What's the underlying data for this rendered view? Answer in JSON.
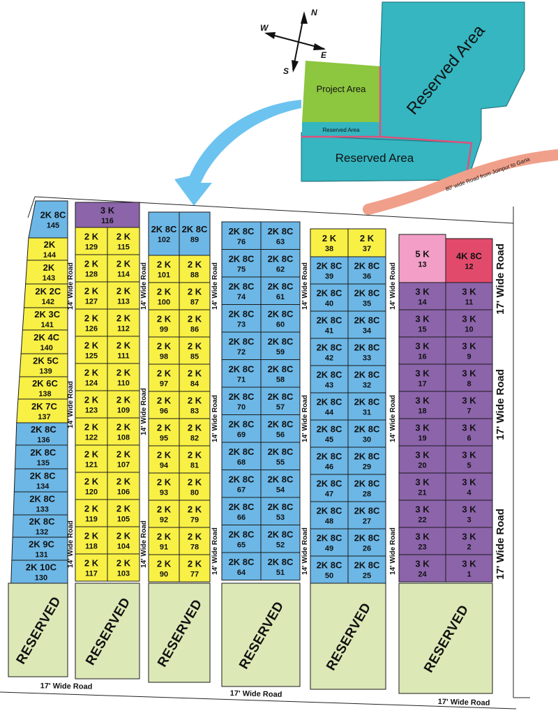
{
  "colors": {
    "blue_plot": "#6cb7e6",
    "yellow_plot": "#f8f045",
    "purple_plot": "#8c64aa",
    "pink_plot": "#f29ec6",
    "red_plot": "#e24a6c",
    "reserved_green": "#dce8b6",
    "project_green": "#8dc63f",
    "teal_area": "#35b6c1",
    "boundary_red": "#e0507a",
    "road_salmon": "#f0a08a",
    "arrow_blue": "#6cc3ef"
  },
  "compass": {
    "n": "N",
    "s": "S",
    "e": "E",
    "w": "W"
  },
  "inset": {
    "project_area": "Project Area",
    "reserved_small": "Reserved Area",
    "reserved_bottom": "Reserved Area",
    "reserved_big": "Reserved Area",
    "main_road": "80' wide Road from Joinpur to Garia"
  },
  "roads": {
    "r14": "14' Wide Road",
    "r17": "17' Wide Road"
  },
  "reserved_label": "RESERVED",
  "columns": [
    {
      "id": "col1",
      "plots": [
        {
          "size": "2K 8C",
          "no": "145",
          "color": "blue"
        },
        {
          "size": "2K",
          "no": "144",
          "color": "yellow"
        },
        {
          "size": "2K",
          "no": "143",
          "color": "yellow"
        },
        {
          "size": "2K 2C",
          "no": "142",
          "color": "yellow"
        },
        {
          "size": "2K 3C",
          "no": "141",
          "color": "yellow"
        },
        {
          "size": "2K 4C",
          "no": "140",
          "color": "yellow"
        },
        {
          "size": "2K 5C",
          "no": "139",
          "color": "yellow"
        },
        {
          "size": "2K 6C",
          "no": "138",
          "color": "yellow"
        },
        {
          "size": "2K 7C",
          "no": "137",
          "color": "yellow"
        },
        {
          "size": "2K 8C",
          "no": "136",
          "color": "blue"
        },
        {
          "size": "2K 8C",
          "no": "135",
          "color": "blue"
        },
        {
          "size": "2K 8C",
          "no": "134",
          "color": "blue"
        },
        {
          "size": "2K 8C",
          "no": "133",
          "color": "blue"
        },
        {
          "size": "2K 8C",
          "no": "132",
          "color": "blue"
        },
        {
          "size": "2K 9C",
          "no": "131",
          "color": "blue"
        },
        {
          "size": "2K 10C",
          "no": "130",
          "color": "blue"
        }
      ]
    },
    {
      "id": "col2",
      "top": {
        "size": "3 K",
        "no": "116",
        "color": "purple"
      },
      "left": [
        "129",
        "128",
        "127",
        "126",
        "125",
        "124",
        "123",
        "122",
        "121",
        "120",
        "119",
        "118",
        "117"
      ],
      "right": [
        "115",
        "114",
        "113",
        "112",
        "111",
        "110",
        "109",
        "108",
        "107",
        "106",
        "105",
        "104",
        "103"
      ],
      "size": "2 K",
      "color": "yellow"
    },
    {
      "id": "col3",
      "top": [
        {
          "size": "2K 8C",
          "no": "102"
        },
        {
          "size": "2K 8C",
          "no": "89"
        }
      ],
      "left": [
        "101",
        "100",
        "99",
        "98",
        "97",
        "96",
        "95",
        "94",
        "93",
        "92",
        "91",
        "90"
      ],
      "right": [
        "88",
        "87",
        "86",
        "85",
        "84",
        "83",
        "82",
        "81",
        "80",
        "79",
        "78",
        "77"
      ],
      "size": "2 K",
      "color": "yellow"
    },
    {
      "id": "col4",
      "left": [
        "76",
        "75",
        "74",
        "73",
        "72",
        "71",
        "70",
        "69",
        "68",
        "67",
        "66",
        "65",
        "64"
      ],
      "right": [
        "63",
        "62",
        "61",
        "60",
        "59",
        "58",
        "57",
        "56",
        "55",
        "54",
        "53",
        "52",
        "51"
      ],
      "size": "2K 8C",
      "color": "blue"
    },
    {
      "id": "col5",
      "top": [
        {
          "size": "2 K",
          "no": "38"
        },
        {
          "size": "2 K",
          "no": "37"
        }
      ],
      "left": [
        "39",
        "40",
        "41",
        "42",
        "43",
        "44",
        "45",
        "46",
        "47",
        "48",
        "49",
        "50"
      ],
      "right": [
        "36",
        "35",
        "34",
        "33",
        "32",
        "31",
        "30",
        "29",
        "28",
        "27",
        "26",
        "25"
      ],
      "size": "2K 8C",
      "color": "blue"
    },
    {
      "id": "col6",
      "top": [
        {
          "size": "5 K",
          "no": "13",
          "color": "pink"
        },
        {
          "size": "4K 8C",
          "no": "12",
          "color": "red"
        }
      ],
      "left": [
        "14",
        "15",
        "16",
        "17",
        "18",
        "19",
        "20",
        "21",
        "22",
        "23",
        "24"
      ],
      "right": [
        "11",
        "10",
        "9",
        "8",
        "7",
        "6",
        "5",
        "4",
        "3",
        "2",
        "1"
      ],
      "size": "3 K",
      "color": "purple"
    }
  ]
}
